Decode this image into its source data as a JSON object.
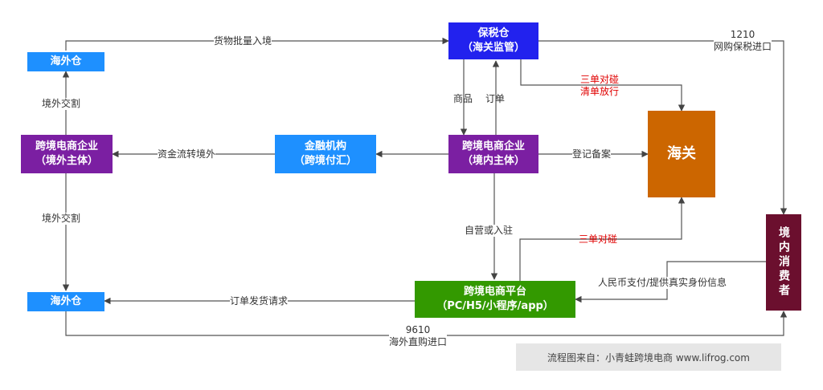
{
  "nodes": {
    "bonded_warehouse": {
      "line1": "保税仓",
      "line2": "（海关监管）",
      "color": "#2222ee"
    },
    "overseas_wh_top": {
      "line1": "海外仓",
      "color": "#1e90ff"
    },
    "overseas_entity": {
      "line1": "跨境电商企业",
      "line2": "（境外主体）",
      "color": "#7b1fa2"
    },
    "financial": {
      "line1": "金融机构",
      "line2": "（跨境付汇）",
      "color": "#1e90ff"
    },
    "domestic_entity": {
      "line1": "跨境电商企业",
      "line2": "（境内主体）",
      "color": "#7b1fa2"
    },
    "customs": {
      "line1": "海关",
      "color": "#cc6600"
    },
    "consumer": {
      "line1": "境内消费者",
      "color": "#6b0f2e"
    },
    "overseas_wh_bottom": {
      "line1": "海外仓",
      "color": "#1e90ff"
    },
    "platform": {
      "line1": "跨境电商平台",
      "line2": "（PC/H5/小程序/app）",
      "color": "#339900"
    }
  },
  "edges": {
    "bulk_entry": "货物批量入境",
    "mode_1210_code": "1210",
    "mode_1210_name": "网购保税进口",
    "goods": "商品",
    "order": "订单",
    "three_match_top_1": "三单对碰",
    "three_match_top_2": "清单放行",
    "fund_transfer": "资金流转境外",
    "registration": "登记备案",
    "delivery_top": "境外交割",
    "delivery_bottom": "境外交割",
    "self_operated": "自营或入驻",
    "three_match_bottom": "三单对碰",
    "payment": "人民币支付/提供真实身份信息",
    "shipping_request": "订单发货请求",
    "mode_9610_code": "9610",
    "mode_9610_name": "海外直购进口"
  },
  "footer": "流程图来自：小青蛙跨境电商 www.lifrog.com"
}
